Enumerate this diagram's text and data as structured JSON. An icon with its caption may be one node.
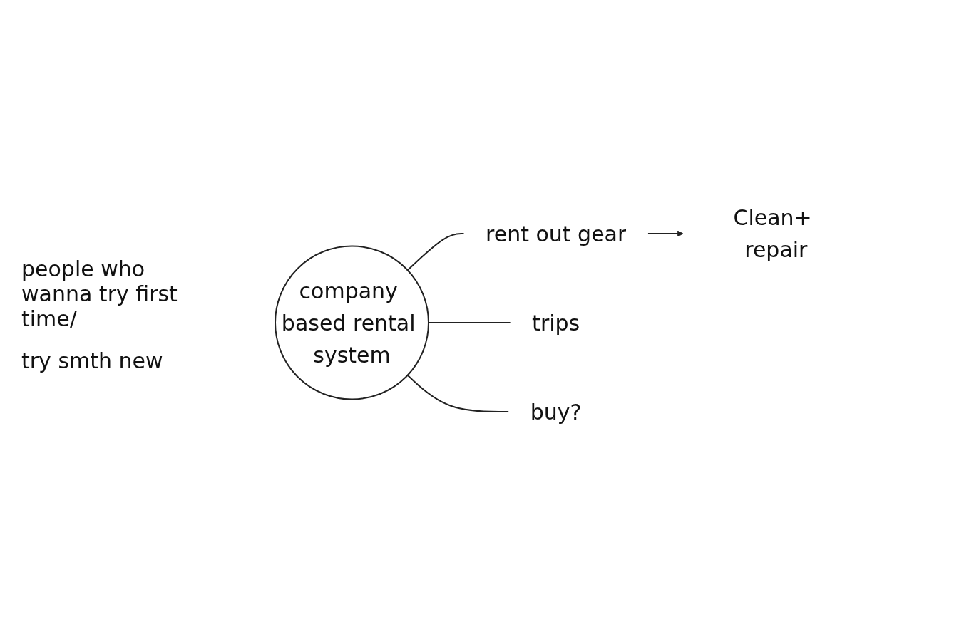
{
  "diagram": {
    "nodes": [
      {
        "text": [
          "company based rental system"
        ]
      },
      {
        "text": [
          "rent out gear"
        ]
      },
      {
        "text": [
          "trips"
        ]
      },
      {
        "text": [
          "Clean+ repair"
        ]
      },
      {
        "text": [
          "buy?"
        ]
      }
    ],
    "edges": [
      {
        "from": 0,
        "to": 1,
        "arrow": "none"
      },
      {
        "from": 0,
        "to": 2,
        "arrow": "none"
      },
      {
        "from": 1,
        "to": 3,
        "arrow": "to"
      },
      {
        "from": 0,
        "to": 4,
        "arrow": "none"
      }
    ],
    "labels": [
      "people who wanna try first time/",
      "try smth new"
    ]
  }
}
